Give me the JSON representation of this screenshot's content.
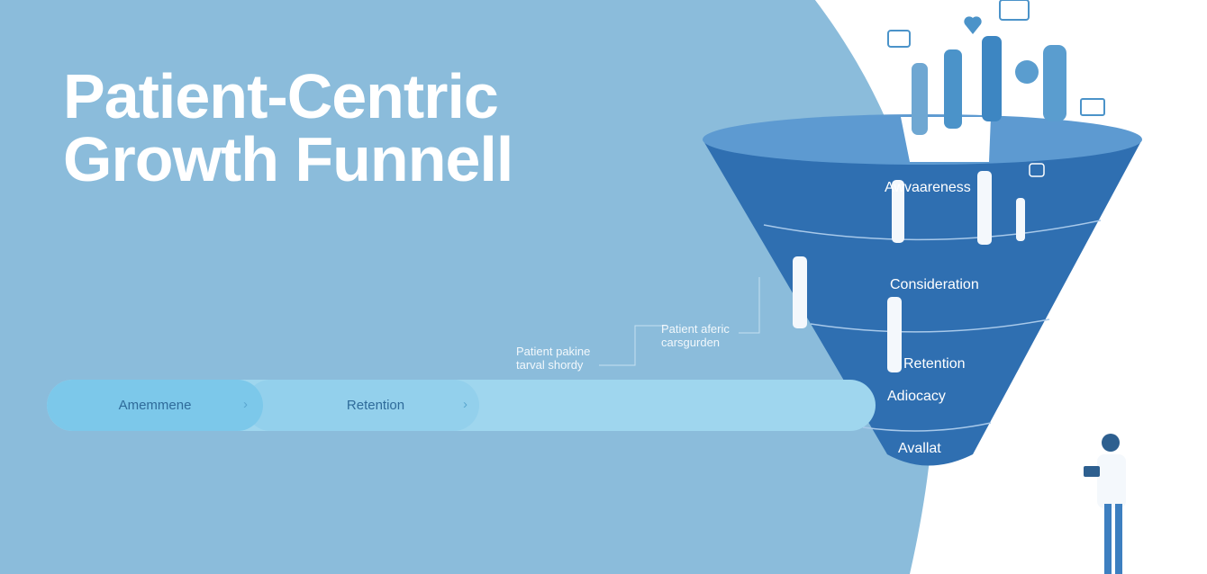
{
  "title": {
    "line1": "Patient-Centric",
    "line2": "Growth Funnell"
  },
  "progress_bar": {
    "segments": [
      "Amemmene",
      "Retention"
    ]
  },
  "annotations": [
    {
      "line1": "Patient pakine",
      "line2": "tarval shordy"
    },
    {
      "line1": "Patient aferic",
      "line2": "carsgurden"
    }
  ],
  "funnel": {
    "stages": [
      "Awvaareness",
      "Consideration",
      "Retention",
      "Adiocacy",
      "Avallat"
    ]
  },
  "colors": {
    "background": "#8bbcdb",
    "funnel": "#2f6fb1",
    "funnel_top": "#5d9ad1",
    "bar": "#9fd6ee"
  }
}
